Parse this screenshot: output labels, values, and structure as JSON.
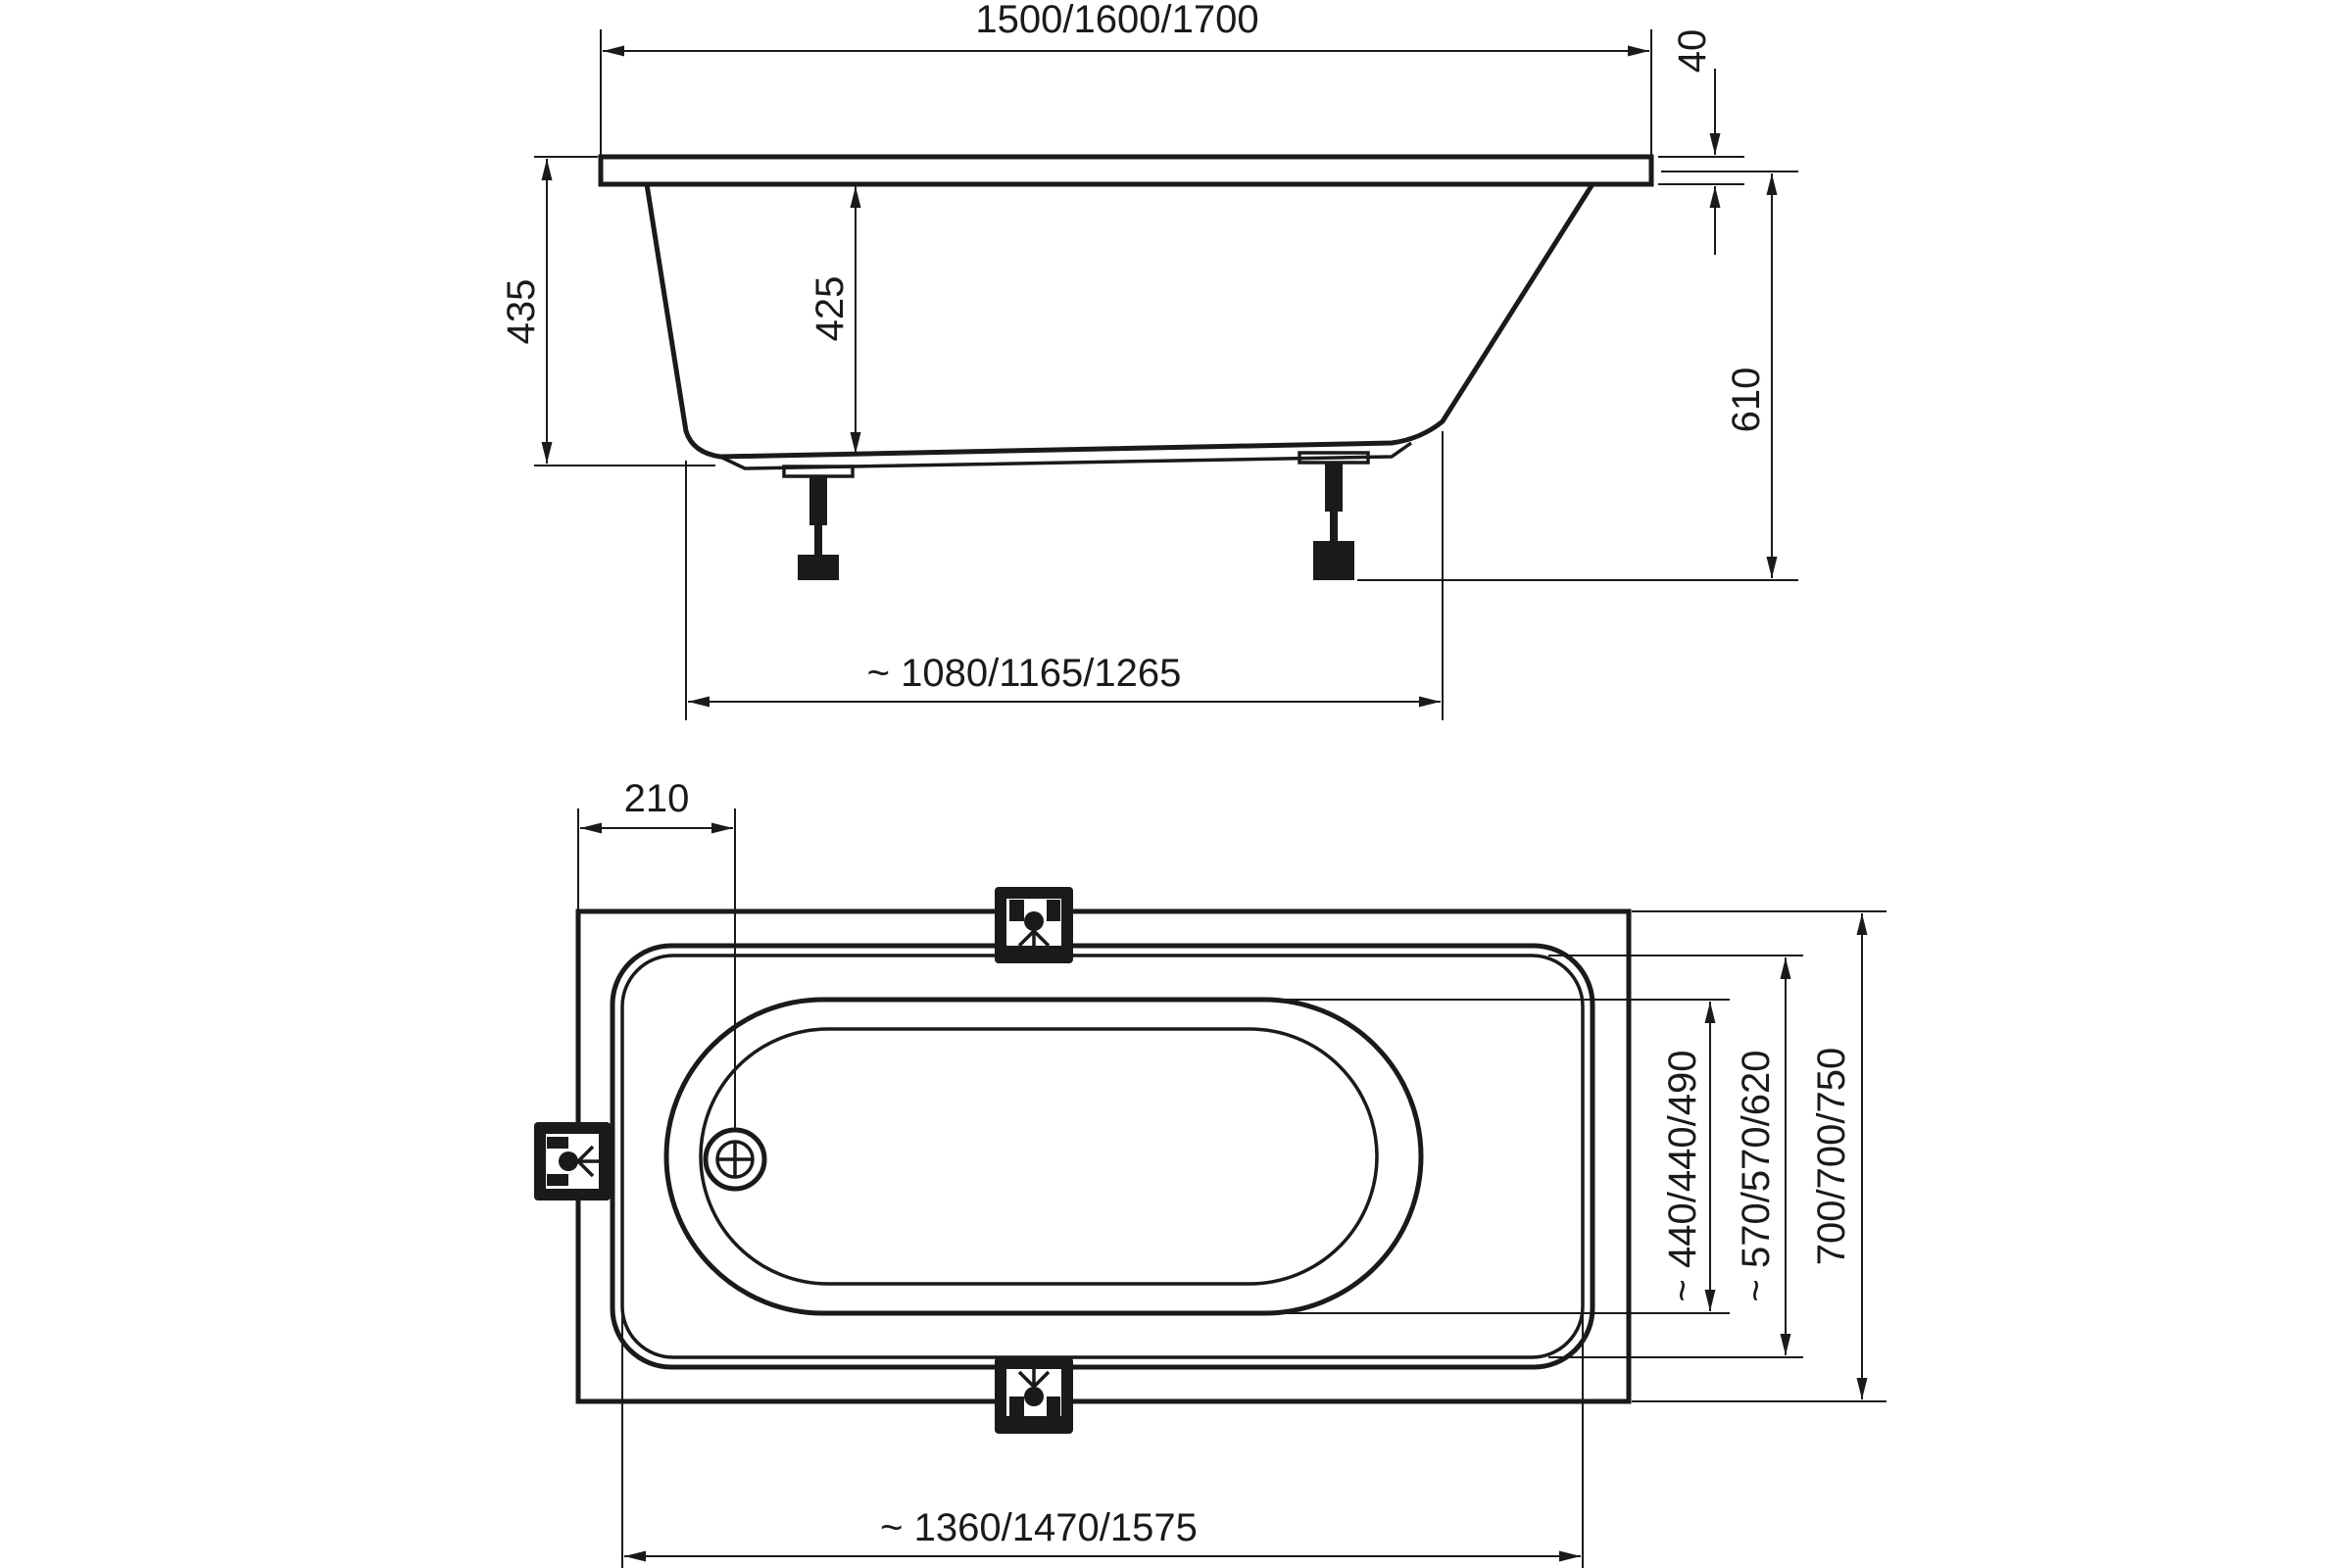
{
  "side_view": {
    "overall_length": "1500/1600/1700",
    "rim_thickness": "40",
    "height_at_rim": "435",
    "inner_depth": "425",
    "total_height": "610",
    "leg_span": "1080/1165/1265"
  },
  "top_view": {
    "drain_offset": "210",
    "inner_width": "440/440/490",
    "basin_width": "570/570/620",
    "overall_width": "700/700/750",
    "basin_length": "1360/1470/1575"
  },
  "approx_symbol": "~"
}
